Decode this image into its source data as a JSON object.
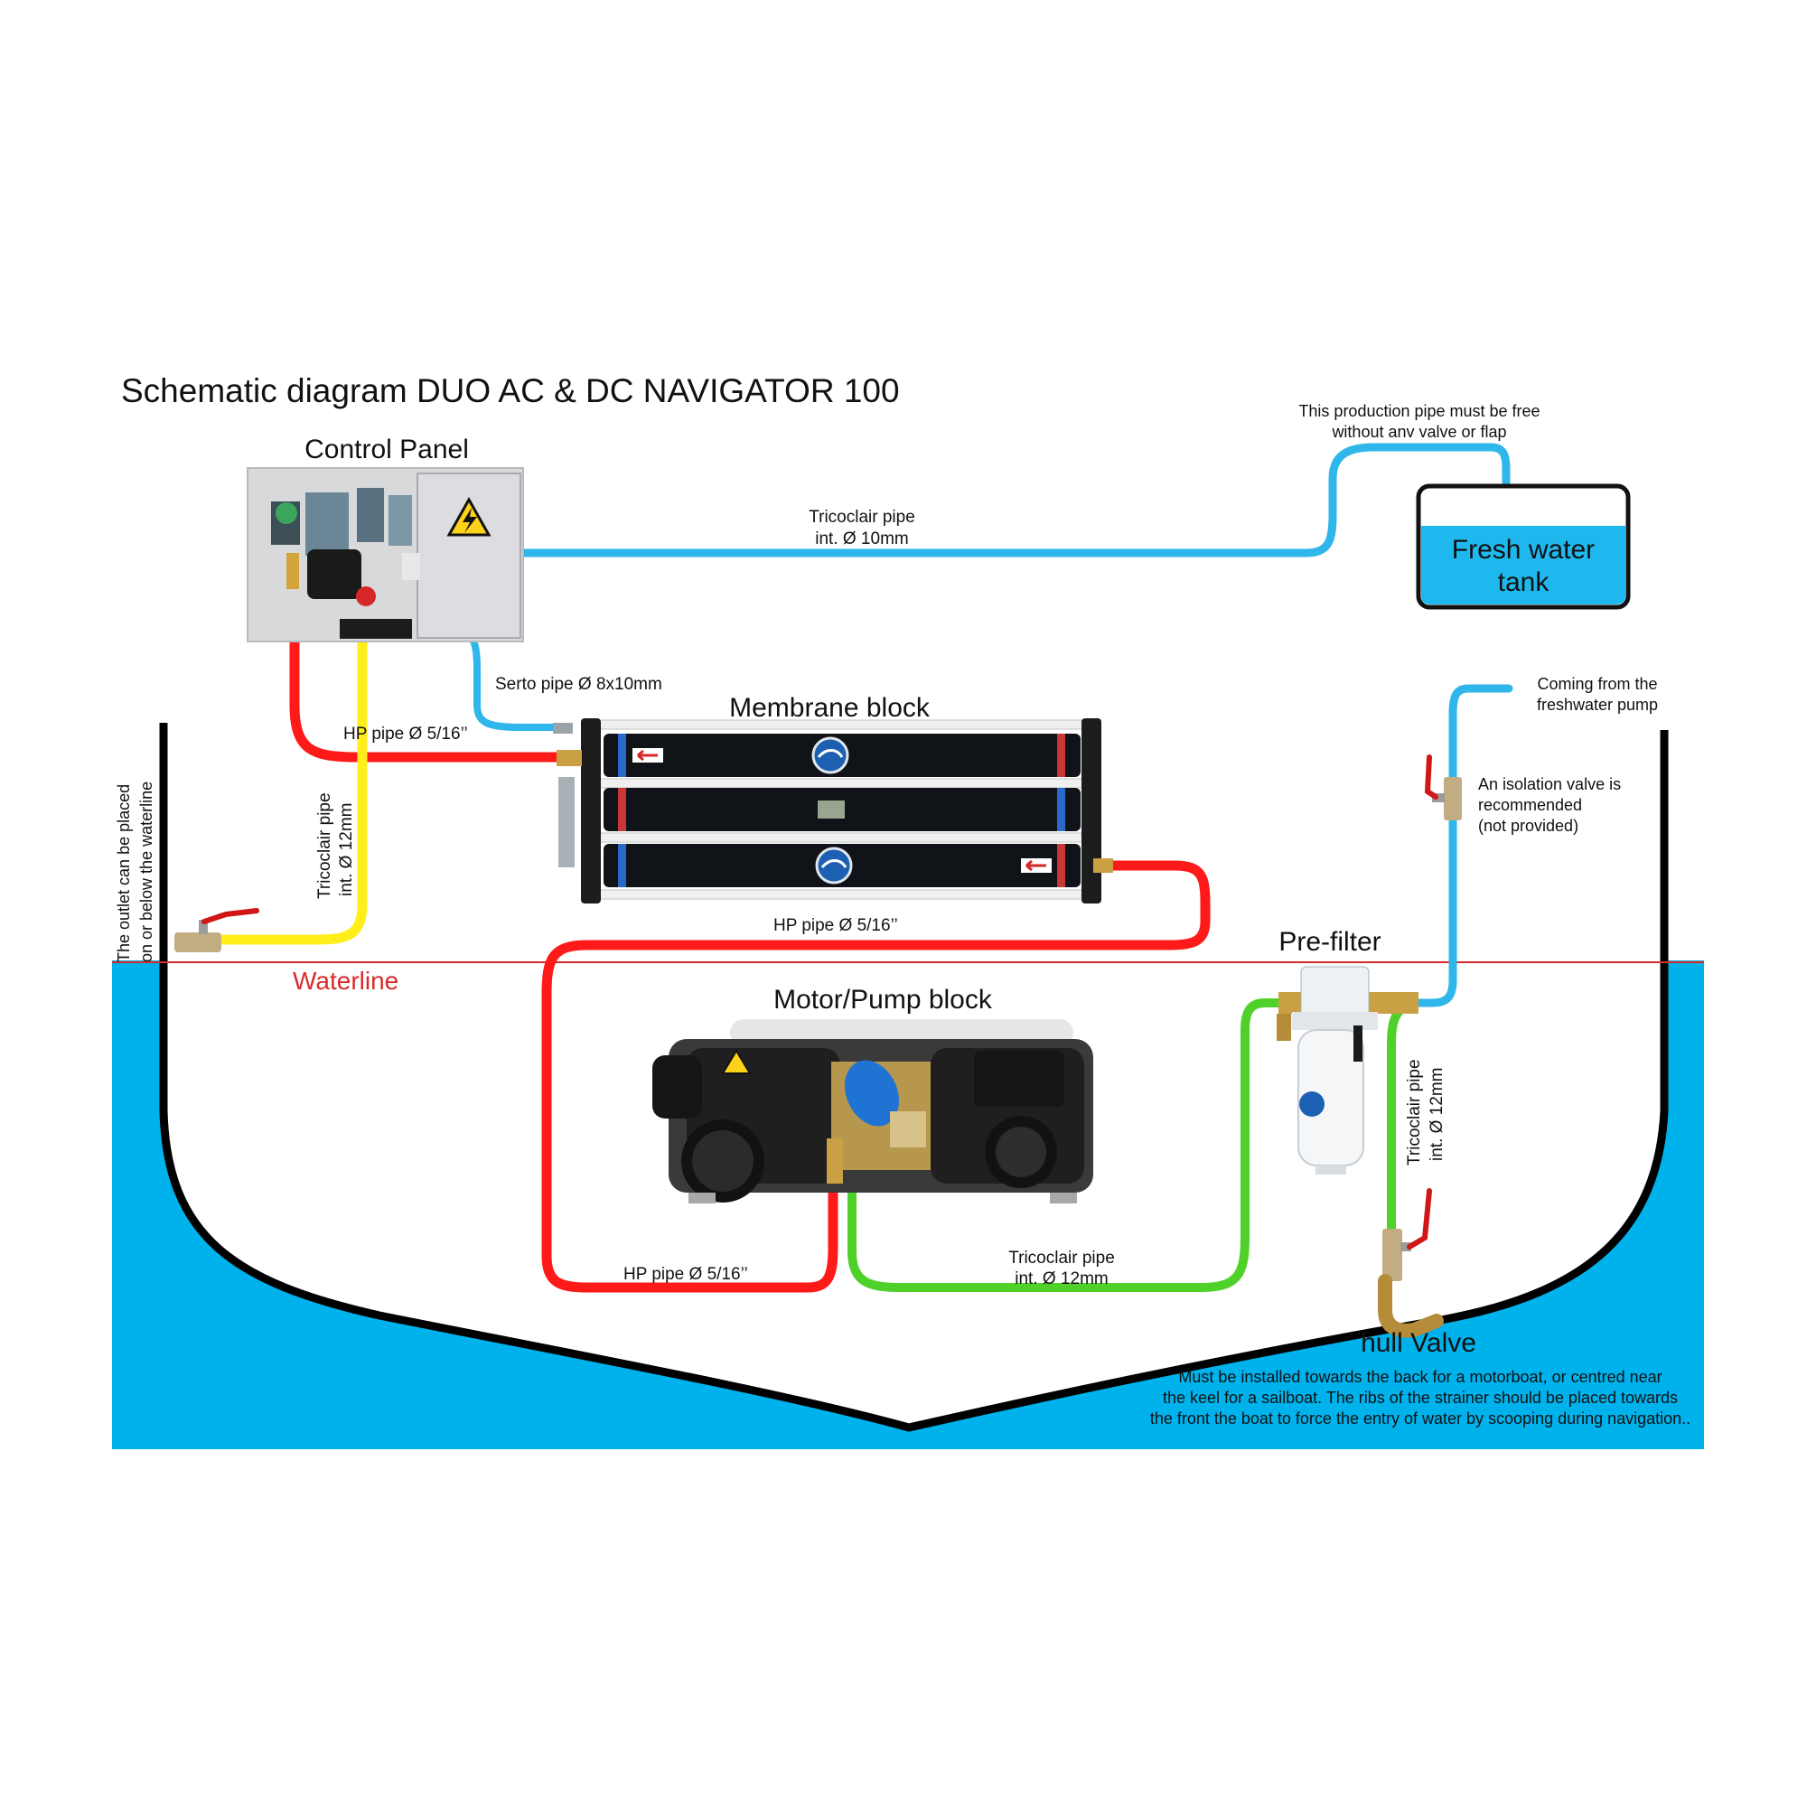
{
  "title": "Schematic diagram DUO AC & DC NAVIGATOR 100",
  "colors": {
    "sea": "#00b2ec",
    "hull": "#000000",
    "hp_pipe": "#ff1a1a",
    "production_pipe": "#2fb6ea",
    "feed_pipe": "#4fd12a",
    "brine_pipe": "#ffee1a",
    "waterline": "#d92b2b",
    "tank_fill": "#1fb8ee"
  },
  "components": {
    "control_panel": "Control Panel",
    "membrane_block": "Membrane block",
    "motor_pump_block": "Motor/Pump block",
    "pre_filter": "Pre-filter",
    "hull_valve": "hull Valve",
    "fresh_water_tank_line1": "Fresh water",
    "fresh_water_tank_line2": "tank"
  },
  "pipes": {
    "production_line1": "Tricoclair pipe",
    "production_line2": "int. Ø 10mm",
    "serto": "Serto pipe Ø 8x10mm",
    "hp_upper": "HP pipe Ø 5/16’’",
    "hp_middle": "HP pipe Ø 5/16’’",
    "hp_lower": "HP pipe Ø 5/16’’",
    "brine_line1": "Tricoclair pipe",
    "brine_line2": "int. Ø 12mm",
    "feed_line1": "Tricoclair pipe",
    "feed_line2": "int. Ø 12mm",
    "intake_line1": "Tricoclair pipe",
    "intake_line2": "int. Ø 12mm"
  },
  "notes": {
    "production_free_line1": "This production pipe must be free",
    "production_free_line2": "without anv valve or flap",
    "freshwater_pump_line1": "Coming from the",
    "freshwater_pump_line2": "freshwater pump",
    "isolation_line1": "An isolation valve is",
    "isolation_line2": "recommended",
    "isolation_line3": "(not provided)",
    "outlet_line1": "The outlet can be placed",
    "outlet_line2": "on or below the waterline",
    "waterline": "Waterline",
    "hull_valve_line1": "Must be installed towards the back for a motorboat, or centred near",
    "hull_valve_line2": "the keel for a sailboat. The ribs of the strainer should be placed towards",
    "hull_valve_line3": "the front the boat to force the entry of water by scooping during navigation.."
  },
  "icons": [
    "high-voltage-warning-icon",
    "membrane-logo-icon",
    "valve-handle-icon"
  ]
}
